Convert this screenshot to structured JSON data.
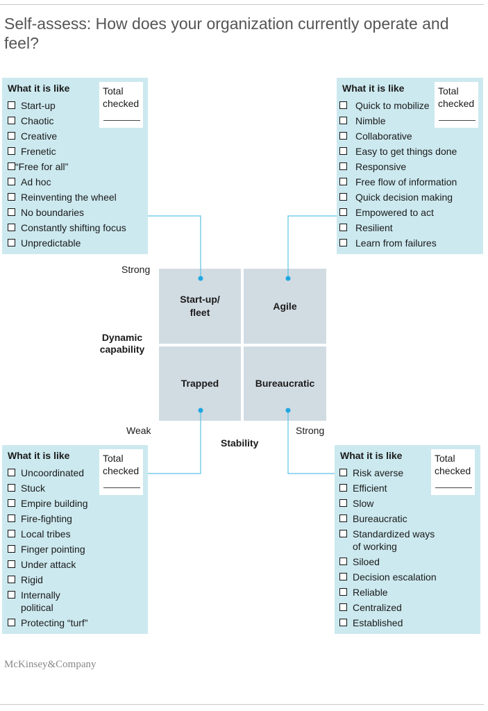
{
  "title": "Self-assess: How does your organization currently operate and feel?",
  "panel_heading": "What it is like",
  "total_label_line1": "Total",
  "total_label_line2": "checked",
  "quadrants": {
    "startup": "Start-up/ fleet",
    "agile": "Agile",
    "trapped": "Trapped",
    "bureaucratic": "Bureaucratic"
  },
  "axes": {
    "y_title_line1": "Dynamic",
    "y_title_line2": "capability",
    "y_strong": "Strong",
    "y_weak": "Weak",
    "x_title": "Stability",
    "x_strong": "Strong"
  },
  "lists": {
    "startup": [
      "Start-up",
      "Chaotic",
      "Creative",
      "Frenetic",
      "“Free for all”",
      "Ad hoc",
      "Reinventing the wheel",
      "No boundaries",
      "Constantly shifting focus",
      "Unpredictable"
    ],
    "agile": [
      "Quick to mobilize",
      "Nimble",
      "Collaborative",
      "Easy to get things done",
      "Responsive",
      "Free flow of information",
      "Quick decision making",
      "Empowered to act",
      "Resilient",
      "Learn from failures"
    ],
    "trapped": [
      "Uncoordinated",
      "Stuck",
      "Empire building",
      "Fire-fighting",
      "Local tribes",
      "Finger pointing",
      "Under attack",
      "Rigid",
      "Internally political",
      "Protecting “turf”"
    ],
    "bureaucratic": [
      "Risk averse",
      "Efficient",
      "Slow",
      "Bureaucratic",
      "Standardized ways of working",
      "Siloed",
      "Decision escalation",
      "Reliable",
      "Centralized",
      "Established"
    ]
  },
  "logo": "McKinsey&Company",
  "colors": {
    "panel": "#cce9ef",
    "quadrant": "#d1dbe2",
    "connector": "#5bc2e7",
    "dot": "#1ea7e1"
  }
}
